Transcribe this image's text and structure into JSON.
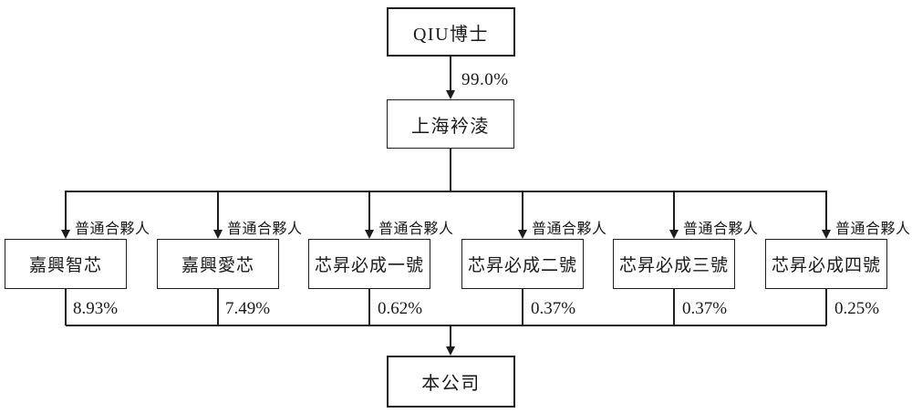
{
  "diagram": {
    "root": {
      "label": "QIU博士"
    },
    "root_edge": {
      "ownership": "99.0%"
    },
    "holding": {
      "label": "上海衿淩"
    },
    "partner_role_label": "普通合夥人",
    "partnerships": [
      {
        "name": "嘉興智芯",
        "ownership": "8.93%"
      },
      {
        "name": "嘉興愛芯",
        "ownership": "7.49%"
      },
      {
        "name": "芯昇必成一號",
        "ownership": "0.62%"
      },
      {
        "name": "芯昇必成二號",
        "ownership": "0.37%"
      },
      {
        "name": "芯昇必成三號",
        "ownership": "0.37%"
      },
      {
        "name": "芯昇必成四號",
        "ownership": "0.25%"
      }
    ],
    "company": {
      "label": "本公司"
    },
    "colors": {
      "line": "#222222",
      "text": "#1a1a1a",
      "background": "#ffffff"
    }
  }
}
